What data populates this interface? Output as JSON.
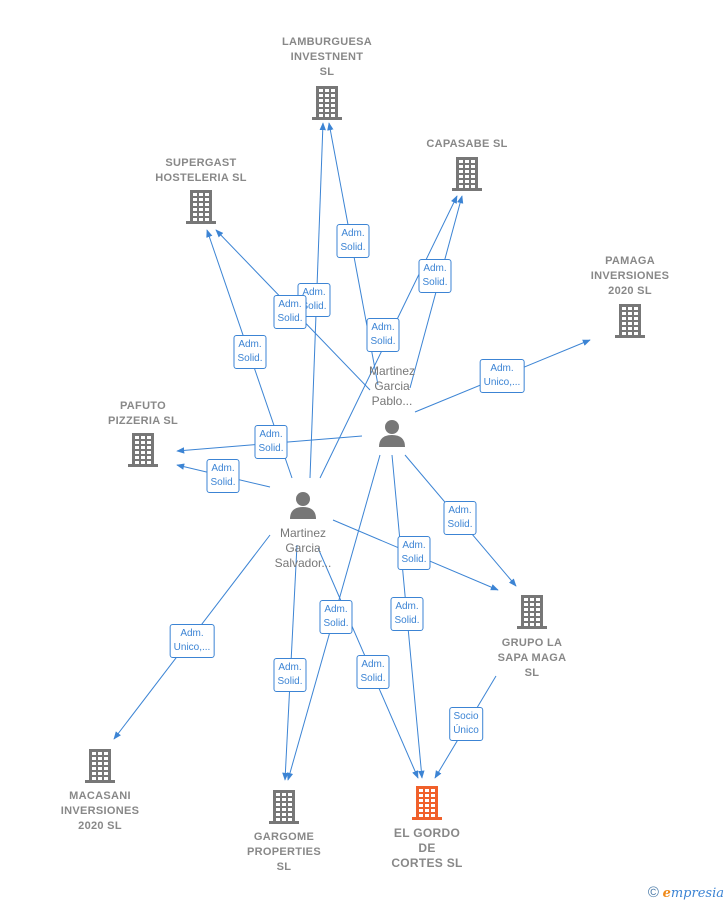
{
  "companies": [
    {
      "id": "lamburguesa",
      "lines": [
        "LAMBURGUESA",
        "INVESTNENT",
        "SL"
      ]
    },
    {
      "id": "supergast",
      "lines": [
        "SUPERGAST",
        "HOSTELERIA SL"
      ]
    },
    {
      "id": "capasabe",
      "lines": [
        "CAPASABE  SL"
      ]
    },
    {
      "id": "pamaga",
      "lines": [
        "PAMAGA",
        "INVERSIONES",
        "2020  SL"
      ]
    },
    {
      "id": "pafuto",
      "lines": [
        "PAFUTO",
        "PIZZERIA  SL"
      ]
    },
    {
      "id": "grupo",
      "lines": [
        "GRUPO LA",
        "SAPA MAGA",
        "SL"
      ]
    },
    {
      "id": "macasani",
      "lines": [
        "MACASANI",
        "INVERSIONES",
        "2020  SL"
      ]
    },
    {
      "id": "gargome",
      "lines": [
        "GARGOME",
        "PROPERTIES",
        "SL"
      ]
    },
    {
      "id": "gordo",
      "lines": [
        "EL GORDO",
        "DE",
        "CORTES  SL"
      ]
    }
  ],
  "persons": [
    {
      "id": "pablo",
      "lines": [
        "Martinez",
        "Garcia",
        "Pablo..."
      ]
    },
    {
      "id": "salvador",
      "lines": [
        "Martinez",
        "Garcia",
        "Salvador..."
      ]
    }
  ],
  "edges": [
    {
      "from": "pablo",
      "to": "lamburguesa",
      "label": [
        "Adm.",
        "Solid."
      ]
    },
    {
      "from": "salvador",
      "to": "lamburguesa",
      "label": [
        "Adm.",
        "Solid."
      ]
    },
    {
      "from": "pablo",
      "to": "supergast",
      "label": [
        "Adm.",
        "Solid."
      ]
    },
    {
      "from": "salvador",
      "to": "supergast",
      "label": [
        "Adm.",
        "Solid."
      ]
    },
    {
      "from": "pablo",
      "to": "capasabe",
      "label": [
        "Adm.",
        "Solid."
      ]
    },
    {
      "from": "salvador",
      "to": "capasabe",
      "label": [
        "Adm.",
        "Solid."
      ]
    },
    {
      "from": "pablo",
      "to": "pamaga",
      "label": [
        "Adm.",
        "Unico,..."
      ]
    },
    {
      "from": "pablo",
      "to": "pafuto",
      "label": [
        "Adm.",
        "Solid."
      ]
    },
    {
      "from": "salvador",
      "to": "pafuto",
      "label": [
        "Adm.",
        "Solid."
      ]
    },
    {
      "from": "pablo",
      "to": "grupo",
      "label": [
        "Adm.",
        "Solid."
      ]
    },
    {
      "from": "salvador",
      "to": "grupo",
      "label": [
        "Adm.",
        "Solid."
      ]
    },
    {
      "from": "salvador",
      "to": "macasani",
      "label": [
        "Adm.",
        "Unico,..."
      ]
    },
    {
      "from": "pablo",
      "to": "gargome",
      "label": [
        "Adm.",
        "Solid."
      ]
    },
    {
      "from": "salvador",
      "to": "gargome",
      "label": [
        "Adm.",
        "Solid."
      ]
    },
    {
      "from": "pablo",
      "to": "gordo",
      "label": [
        "Adm.",
        "Solid."
      ]
    },
    {
      "from": "salvador",
      "to": "gordo",
      "label": [
        "Adm.",
        "Solid."
      ]
    },
    {
      "from": "grupo",
      "to": "gordo",
      "label": [
        "Socio",
        "Único"
      ]
    }
  ],
  "colors": {
    "edge": "#3c84d4",
    "building": "#777777",
    "focus": "#f0602a",
    "person": "#777777"
  },
  "icons": {
    "company": "building-icon",
    "person": "person-icon"
  },
  "footer": {
    "copyright": "©",
    "brand_first": "e",
    "brand_rest": "mpresia"
  }
}
